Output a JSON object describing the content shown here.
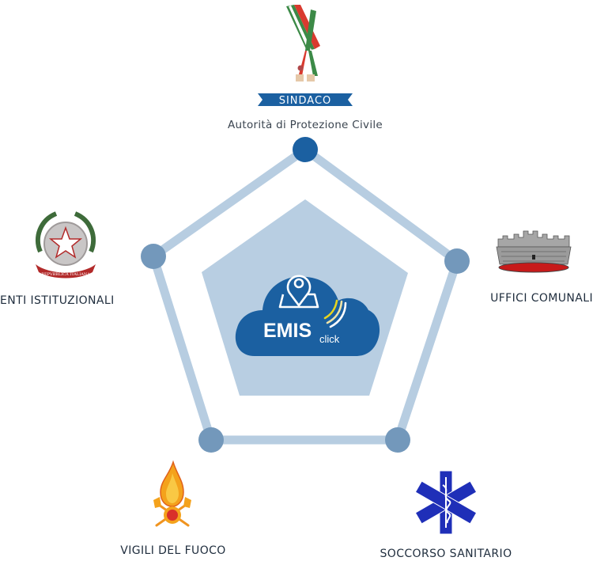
{
  "center": {
    "brand_main": "EMIS",
    "brand_sub": "click",
    "cloud_color": "#1b60a1",
    "inner_pentagon_color": "#b8cee2",
    "signal_colors": [
      "#e8d51e",
      "#efe3a6",
      "#ffffff"
    ]
  },
  "edge_color": "#b7cde1",
  "nodes": [
    {
      "id": "sindaco",
      "badge": "SINDACO",
      "label": "Autorità di Protezione Civile",
      "icon": "mayor-sash-icon",
      "node_color": "#1b60a1"
    },
    {
      "id": "uffici",
      "label": "UFFICI COMUNALI",
      "icon": "municipal-crown-icon",
      "node_color": "#7398bb"
    },
    {
      "id": "soccorso",
      "label": "SOCCORSO SANITARIO",
      "icon": "star-of-life-icon",
      "node_color": "#7398bb"
    },
    {
      "id": "vigili",
      "label": "VIGILI DEL FUOCO",
      "icon": "firefighters-emblem-icon",
      "node_color": "#7398bb"
    },
    {
      "id": "enti",
      "label": "ENTI ISTITUZIONALI",
      "icon": "italian-republic-emblem-icon",
      "node_color": "#7398bb"
    }
  ],
  "emblem_text": "REPVBBLICA ITALIANA",
  "badge_color": "#1b60a1"
}
